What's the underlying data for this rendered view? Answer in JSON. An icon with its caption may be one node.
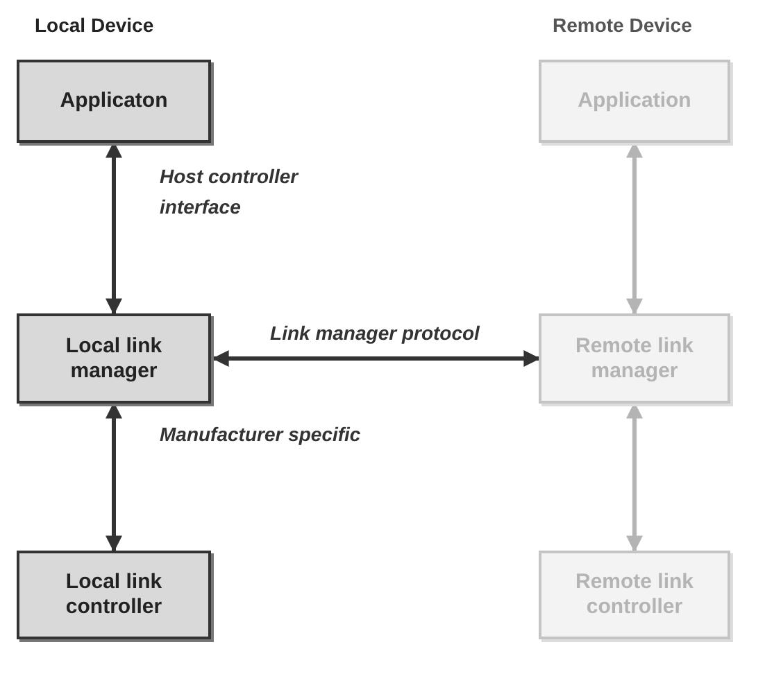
{
  "diagram": {
    "nodes": [
      {
        "text": [
          "Applicaton"
        ]
      },
      {
        "text": [
          "Local link manager"
        ]
      },
      {
        "text": [
          "Local link controller"
        ]
      },
      {
        "text": [
          "Application"
        ]
      },
      {
        "text": [
          "Remote link manager"
        ]
      },
      {
        "text": [
          "Remote link controller"
        ]
      }
    ],
    "edges": [
      {
        "from": 0,
        "to": 1,
        "arrow": "both",
        "label": "Host controller interface"
      },
      {
        "from": 1,
        "to": 4,
        "arrow": "both",
        "label": "Link manager protocol"
      },
      {
        "from": 1,
        "to": 2,
        "arrow": "both",
        "label": "Manufacturer specific"
      },
      {
        "from": 3,
        "to": 4,
        "arrow": "both",
        "color": "#b4b4b4"
      },
      {
        "from": 4,
        "to": 5,
        "arrow": "both",
        "color": "#b4b4b4"
      }
    ],
    "labels": [
      "Local Device",
      "Remote Device"
    ]
  }
}
